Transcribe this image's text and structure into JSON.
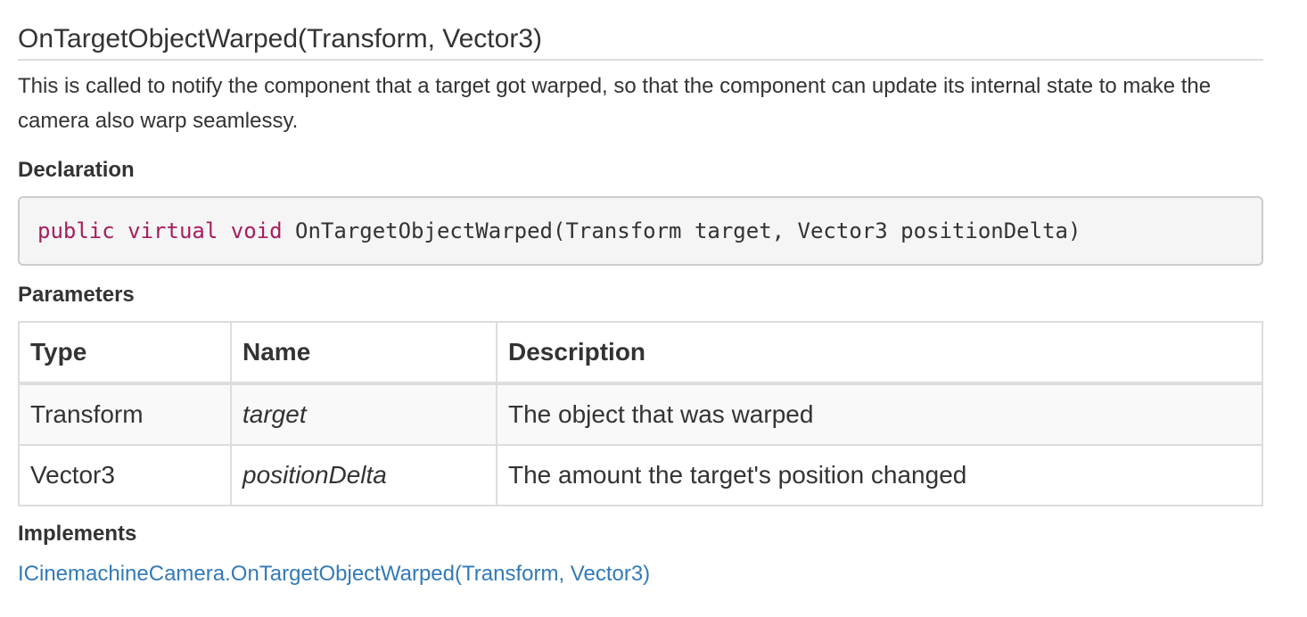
{
  "method": {
    "title": "OnTargetObjectWarped(Transform, Vector3)",
    "summary": "This is called to notify the component that a target got warped, so that the component can update its internal state to make the camera also warp seamlessy."
  },
  "declaration": {
    "label": "Declaration",
    "keywords": [
      "public",
      "virtual",
      "void"
    ],
    "signature": "OnTargetObjectWarped(Transform target, Vector3 positionDelta)"
  },
  "parameters": {
    "label": "Parameters",
    "headers": {
      "type": "Type",
      "name": "Name",
      "description": "Description"
    },
    "rows": [
      {
        "type": "Transform",
        "name": "target",
        "description": "The object that was warped"
      },
      {
        "type": "Vector3",
        "name": "positionDelta",
        "description": "The amount the target's position changed"
      }
    ]
  },
  "implements": {
    "label": "Implements",
    "link_text": "ICinemachineCamera.OnTargetObjectWarped(Transform, Vector3)"
  },
  "colors": {
    "keyword": "#a71d5d",
    "link": "#337ab7",
    "text": "#333333"
  }
}
